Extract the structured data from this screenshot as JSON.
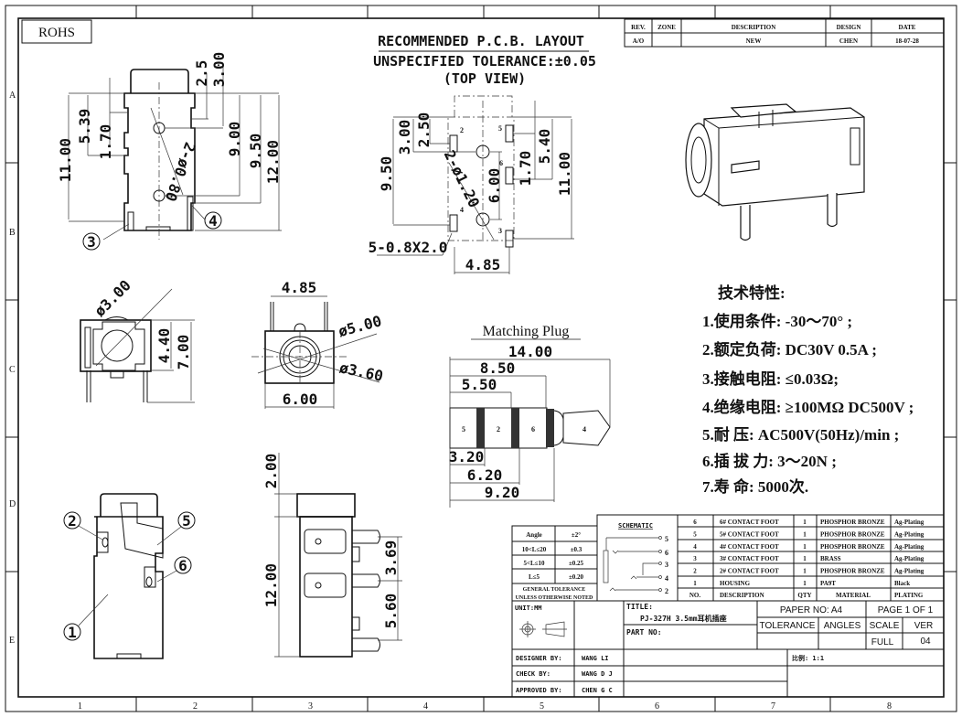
{
  "border": {
    "columns": [
      "1",
      "2",
      "3",
      "4",
      "5",
      "6",
      "7",
      "8"
    ],
    "rows": [
      "A",
      "B",
      "C",
      "D",
      "E"
    ]
  },
  "rohs": "ROHS",
  "revision": {
    "headers": [
      "REV.",
      "ZONE",
      "DESCRIPTION",
      "DESIGN",
      "DATE"
    ],
    "row": [
      "A/O",
      "",
      "NEW",
      "CHEN",
      "18-07-28"
    ]
  },
  "top_side_view": {
    "dims": [
      "11.00",
      "5.39",
      "1.70",
      "2.5",
      "3.00",
      "9.00",
      "9.50",
      "12.00",
      "2-ø0.80"
    ],
    "callouts": [
      "3",
      "4"
    ]
  },
  "pcb_layout": {
    "title": "RECOMMENDED P.C.B. LAYOUT",
    "tolerance": "UNSPECIFIED TOLERANCE:±0.05",
    "view": "(TOP VIEW)",
    "dims": [
      "3.00",
      "2.50",
      "9.50",
      "5.40",
      "1.70",
      "11.00",
      "6.00",
      "2-ø1.20",
      "4.85",
      "5-0.8X2.0"
    ],
    "pins": [
      "2",
      "5",
      "6",
      "4",
      "3"
    ]
  },
  "front_view": {
    "dims": [
      "ø3.00",
      "4.40",
      "7.00"
    ]
  },
  "end_view": {
    "dims": [
      "4.85",
      "ø5.00",
      "ø3.60",
      "6.00"
    ]
  },
  "bottom_view": {
    "callouts": [
      "2",
      "5",
      "6",
      "1"
    ]
  },
  "side_view": {
    "dims": [
      "2.00",
      "12.00",
      "3.69",
      "5.60"
    ]
  },
  "specs": {
    "heading": "技术特性:",
    "items": [
      "1.使用条件: -30～70° ;",
      "2.额定负荷: DC30V 0.5A ;",
      "3.接触电阻: ≤0.03Ω;",
      "4.绝缘电阻: ≥100MΩ DC500V ;",
      "5.耐    压: AC500V(50Hz)/min ;",
      "6.插 拔 力: 3～20N ;",
      "7.寿    命: 5000次."
    ]
  },
  "matching_plug": {
    "title": "Matching Plug",
    "dims": [
      "14.00",
      "8.50",
      "5.50",
      "3.20",
      "6.20",
      "9.20"
    ],
    "segments": [
      "5",
      "2",
      "6",
      "4"
    ]
  },
  "tolerance_table": {
    "rows": [
      [
        "Angle",
        "±2°"
      ],
      [
        "10<L≤20",
        "±0.3"
      ],
      [
        "5<L≤10",
        "±0.25"
      ],
      [
        "L≤5",
        "±0.20"
      ]
    ],
    "note1": "GENERAL TOLERANCE",
    "note2": "UNLESS OTHERWISE NOTED"
  },
  "schematic": {
    "title": "SCHEMATIC",
    "pins": [
      "5",
      "6",
      "3",
      "4",
      "2"
    ]
  },
  "parts": {
    "rows": [
      [
        "6",
        "6# CONTACT FOOT",
        "1",
        "PHOSPHOR BRONZE",
        "Ag-Plating"
      ],
      [
        "5",
        "5# CONTACT FOOT",
        "1",
        "PHOSPHOR BRONZE",
        "Ag-Plating"
      ],
      [
        "4",
        "4# CONTACT FOOT",
        "1",
        "PHOSPHOR BRONZE",
        "Ag-Plating"
      ],
      [
        "3",
        "3# CONTACT FOOT",
        "1",
        "BRASS",
        "Ag-Plating"
      ],
      [
        "2",
        "2# CONTACT FOOT",
        "1",
        "PHOSPHOR BRONZE",
        "Ag-Plating"
      ],
      [
        "1",
        "HOUSING",
        "1",
        "PA9T",
        "Black"
      ]
    ],
    "headers": [
      "NO.",
      "DESCRIPTION",
      "QTY",
      "MATERIAL",
      "PLATING"
    ]
  },
  "title_block": {
    "unit": "UNIT:MM",
    "title_label": "TITLE:",
    "title": "PJ-327H 3.5mm耳机插座",
    "part_no_label": "PART NO:",
    "paper": "PAPER NO: A4",
    "page": "PAGE 1 OF 1",
    "tolerance": "TOLERANCE",
    "angles": "ANGLES",
    "scale": "SCALE",
    "ver": "VER",
    "scale_val": "FULL",
    "ver_val": "04",
    "designer_label": "DESIGNER BY:",
    "designer": "WANG LI",
    "check_label": "CHECK    BY:",
    "checker": "WANG D J",
    "approved_label": "APPROVED BY:",
    "approver": "CHEN G C",
    "ratio": "比例: 1:1"
  }
}
